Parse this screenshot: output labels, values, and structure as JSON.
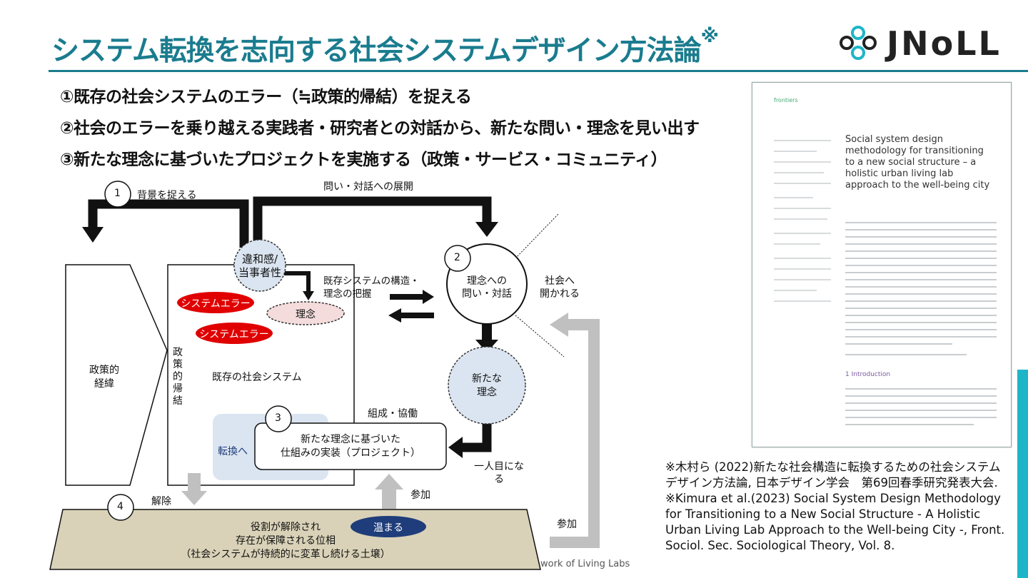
{
  "title": "システム転換を志向する社会システムデザイン方法論",
  "title_mark": "※",
  "logo": "JNoLL",
  "bullets": [
    "①既存の社会システムのエラー（≒政策的帰結）を捉える",
    "②社会のエラーを乗り越える実践者・研究者との対話から、新たな問い・理念を見い出す",
    "③新たな理念に基づいたプロジェクトを実施する（政策・サービス・コミュニティ）"
  ],
  "diagram": {
    "step1_num": "1",
    "step1_label": "背景を捉える",
    "step2_num": "2",
    "step3_num": "3",
    "step4_num": "4",
    "top_arrow_label": "問い・対話への展開",
    "iwakan": "違和感/\n当事者性",
    "kizon_kouzou": "既存システムの構造・\n理念の把握",
    "rinen_taiwa": "理念への\n問い・対話",
    "shakai_hirakareru": "社会へ\n開かれる",
    "system_error_1": "システムエラー",
    "system_error_2": "システムエラー",
    "rinen": "理念",
    "seisakuteki_keii": "政策的\n経緯",
    "seisakuteki_kiketsu": "政\n策\n的\n帰\n結",
    "kizon_system": "既存の社会システム",
    "aratana_rinen": "新たな\n理念",
    "sosei_kyodo": "組成・協働",
    "tenkan": "転換へ",
    "project": "新たな理念に基づいた\n仕組みの実装（プロジェクト）",
    "hitorime": "一人目にな\nる",
    "kaijo": "解除",
    "sanka_1": "参加",
    "sanka_2": "参加",
    "atatamaru": "温まる",
    "dojou": "役割が解除され\n存在が保障される位相\n（社会システムが持続的に変革し続ける土壌）"
  },
  "paper": {
    "journal": "frontiers",
    "title": "Social system design methodology for transitioning to a new social structure – a holistic urban living lab approach to the well-being city",
    "section": "1 Introduction"
  },
  "citation": "※木村ら (2022)新たな社会構造に転換するための社会システムデザイン方法論, 日本デザイン学会　第69回春季研究発表大会.\n※Kimura et al.(2023) Social System Design Methodology for Transitioning to a New Social Structure - A Holistic Urban Living Lab Approach to the Well-being City -, Front. Sociol. Sec. Sociological Theory, Vol. 8.",
  "watermark": "work of Living Labs",
  "colors": {
    "teal": "#1a7c8e",
    "red": "#e00000",
    "navy": "#1f3d7a",
    "accent_bar": "#1fb5c8"
  }
}
